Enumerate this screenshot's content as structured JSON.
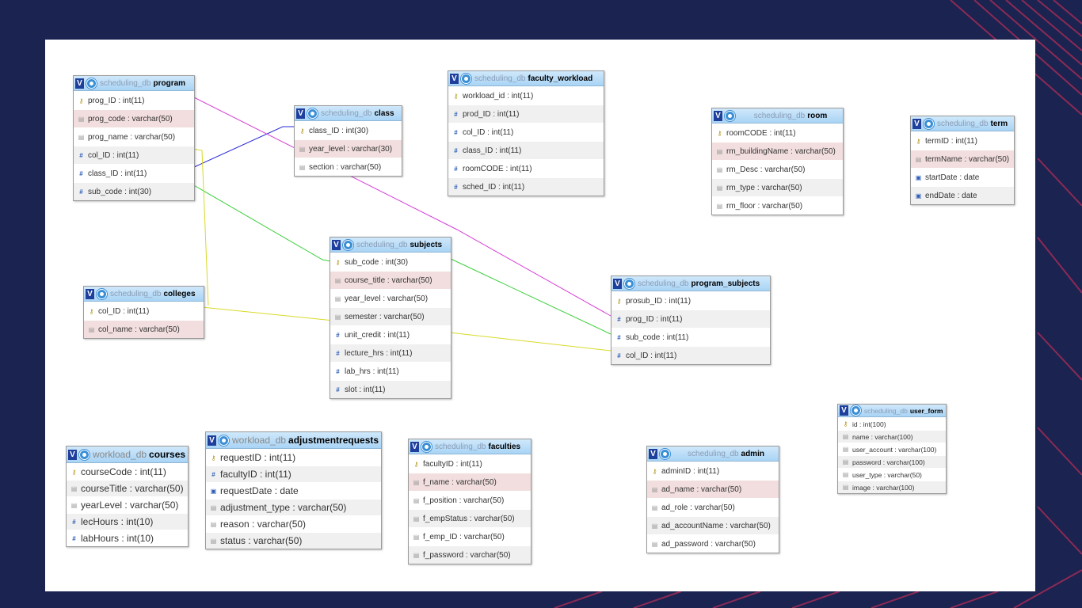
{
  "colors": {
    "background": "#1b2350",
    "accent": "#e8305a",
    "header": "#a9d4f5",
    "line_magenta": "#d63fd6",
    "line_blue": "#2a2ad6",
    "line_green": "#3ccf3c",
    "line_yellow": "#d9d92a"
  },
  "tables": [
    {
      "id": "program",
      "db": "scheduling_db",
      "name": "program",
      "columns": [
        {
          "icon": "key-icon",
          "text": "prog_ID : int(11)"
        },
        {
          "icon": "text-icon",
          "text": "prog_code : varchar(50)"
        },
        {
          "icon": "text-icon",
          "text": "prog_name : varchar(50)"
        },
        {
          "icon": "hash-icon",
          "text": "col_ID : int(11)"
        },
        {
          "icon": "hash-icon",
          "text": "class_ID : int(11)"
        },
        {
          "icon": "hash-icon",
          "text": "sub_code : int(30)"
        }
      ]
    },
    {
      "id": "class",
      "db": "scheduling_db",
      "name": "class",
      "columns": [
        {
          "icon": "key-icon",
          "text": "class_ID : int(30)"
        },
        {
          "icon": "text-icon",
          "text": "year_level : varchar(30)"
        },
        {
          "icon": "text-icon",
          "text": "section : varchar(50)"
        }
      ]
    },
    {
      "id": "faculty_workload",
      "db": "scheduling_db",
      "name": "faculty_workload",
      "columns": [
        {
          "icon": "key-icon",
          "text": "workload_id : int(11)"
        },
        {
          "icon": "hash-icon",
          "text": "prod_ID : int(11)"
        },
        {
          "icon": "hash-icon",
          "text": "col_ID : int(11)"
        },
        {
          "icon": "hash-icon",
          "text": "class_ID : int(11)"
        },
        {
          "icon": "hash-icon",
          "text": "roomCODE : int(11)"
        },
        {
          "icon": "hash-icon",
          "text": "sched_ID : int(11)"
        }
      ]
    },
    {
      "id": "room",
      "db": "scheduling_db",
      "name": "room",
      "columns": [
        {
          "icon": "key-icon",
          "text": "roomCODE : int(11)"
        },
        {
          "icon": "text-icon",
          "text": "rm_buildingName : varchar(50)"
        },
        {
          "icon": "text-icon",
          "text": "rm_Desc : varchar(50)"
        },
        {
          "icon": "text-icon",
          "text": "rm_type : varchar(50)"
        },
        {
          "icon": "text-icon",
          "text": "rm_floor : varchar(50)"
        }
      ]
    },
    {
      "id": "term",
      "db": "scheduling_db",
      "name": "term",
      "columns": [
        {
          "icon": "key-icon",
          "text": "termID : int(11)"
        },
        {
          "icon": "text-icon",
          "text": "termName : varchar(50)"
        },
        {
          "icon": "date-icon",
          "text": "startDate : date"
        },
        {
          "icon": "date-icon",
          "text": "endDate : date"
        }
      ]
    },
    {
      "id": "subjects",
      "db": "scheduling_db",
      "name": "subjects",
      "columns": [
        {
          "icon": "key-icon",
          "text": "sub_code : int(30)"
        },
        {
          "icon": "text-icon",
          "text": "course_title : varchar(50)"
        },
        {
          "icon": "text-icon",
          "text": "year_level : varchar(50)"
        },
        {
          "icon": "text-icon",
          "text": "semester : varchar(50)"
        },
        {
          "icon": "hash-icon",
          "text": "unit_credit : int(11)"
        },
        {
          "icon": "hash-icon",
          "text": "lecture_hrs : int(11)"
        },
        {
          "icon": "hash-icon",
          "text": "lab_hrs : int(11)"
        },
        {
          "icon": "hash-icon",
          "text": "slot : int(11)"
        }
      ]
    },
    {
      "id": "colleges",
      "db": "scheduling_db",
      "name": "colleges",
      "columns": [
        {
          "icon": "key-icon",
          "text": "col_ID : int(11)"
        },
        {
          "icon": "text-icon",
          "text": "col_name : varchar(50)"
        }
      ]
    },
    {
      "id": "program_subjects",
      "db": "scheduling_db",
      "name": "program_subjects",
      "columns": [
        {
          "icon": "key-icon",
          "text": "prosub_ID : int(11)"
        },
        {
          "icon": "hash-icon",
          "text": "prog_ID : int(11)"
        },
        {
          "icon": "hash-icon",
          "text": "sub_code : int(11)"
        },
        {
          "icon": "hash-icon",
          "text": "col_ID : int(11)"
        }
      ]
    },
    {
      "id": "user_form",
      "db": "scheduling_db",
      "name": "user_form",
      "columns": [
        {
          "icon": "key-icon",
          "text": "id : int(100)"
        },
        {
          "icon": "text-icon",
          "text": "name : varchar(100)"
        },
        {
          "icon": "text-icon",
          "text": "user_account : varchar(100)"
        },
        {
          "icon": "text-icon",
          "text": "password : varchar(100)"
        },
        {
          "icon": "text-icon",
          "text": "user_type : varchar(50)"
        },
        {
          "icon": "text-icon",
          "text": "image : varchar(100)"
        }
      ]
    },
    {
      "id": "courses",
      "db": "workload_db",
      "name": "courses",
      "columns": [
        {
          "icon": "key-icon",
          "text": "courseCode : int(11)"
        },
        {
          "icon": "text-icon",
          "text": "courseTitle : varchar(50)"
        },
        {
          "icon": "text-icon",
          "text": "yearLevel : varchar(50)"
        },
        {
          "icon": "hash-icon",
          "text": "lecHours : int(10)"
        },
        {
          "icon": "hash-icon",
          "text": "labHours : int(10)"
        }
      ]
    },
    {
      "id": "adjustmentrequests",
      "db": "workload_db",
      "name": "adjustmentrequests",
      "columns": [
        {
          "icon": "key-icon",
          "text": "requestID : int(11)"
        },
        {
          "icon": "hash-icon",
          "text": "facultyID : int(11)"
        },
        {
          "icon": "date-icon",
          "text": "requestDate : date"
        },
        {
          "icon": "text-icon",
          "text": "adjustment_type : varchar(50)"
        },
        {
          "icon": "text-icon",
          "text": "reason : varchar(50)"
        },
        {
          "icon": "text-icon",
          "text": "status : varchar(50)"
        }
      ]
    },
    {
      "id": "faculties",
      "db": "scheduling_db",
      "name": "faculties",
      "columns": [
        {
          "icon": "key-icon",
          "text": "facultyID : int(11)"
        },
        {
          "icon": "text-icon",
          "text": "f_name : varchar(50)"
        },
        {
          "icon": "text-icon",
          "text": "f_position : varchar(50)"
        },
        {
          "icon": "text-icon",
          "text": "f_empStatus : varchar(50)"
        },
        {
          "icon": "text-icon",
          "text": "f_emp_ID : varchar(50)"
        },
        {
          "icon": "text-icon",
          "text": "f_password : varchar(50)"
        }
      ]
    },
    {
      "id": "admin",
      "db": "scheduling_db",
      "name": "admin",
      "columns": [
        {
          "icon": "key-icon",
          "text": "adminID : int(11)"
        },
        {
          "icon": "text-icon",
          "text": "ad_name : varchar(50)"
        },
        {
          "icon": "text-icon",
          "text": "ad_role : varchar(50)"
        },
        {
          "icon": "text-icon",
          "text": "ad_accountName : varchar(50)"
        },
        {
          "icon": "text-icon",
          "text": "ad_password : varchar(50)"
        }
      ]
    }
  ]
}
